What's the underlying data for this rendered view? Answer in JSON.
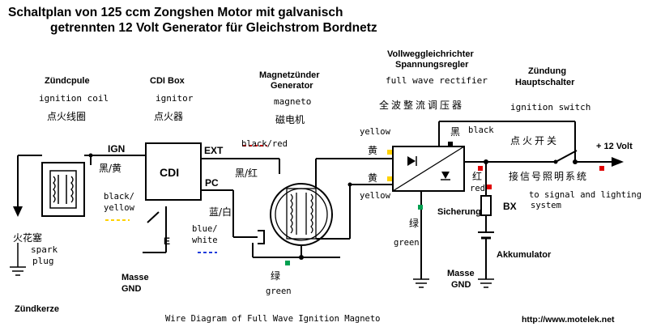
{
  "title_line1": "Schaltplan von 125 ccm Zongshen Motor mit galvanisch",
  "title_line2": "getrennten 12 Volt Generator für Gleichstrom Bordnetz",
  "components": {
    "coil": {
      "de": "Zündcpule",
      "en": "ignition coil",
      "cn": "点火线圈"
    },
    "cdi": {
      "de": "CDI Box",
      "en": "ignitor",
      "cn": "点火器",
      "box_label": "CDI",
      "term_ext": "EXT",
      "term_pc": "PC",
      "term_e": "E",
      "term_ign": "IGN"
    },
    "magneto": {
      "de1": "Magnetzünder",
      "de2": "Generator",
      "en": "magneto",
      "cn": "磁电机"
    },
    "rectifier": {
      "de1": "Vollweggleichrichter",
      "de2": "Spannungsregler",
      "en": "full wave rectifier",
      "cn": "全波整流调压器"
    },
    "switch": {
      "de1": "Zündung",
      "de2": "Hauptschalter",
      "en": "ignition switch",
      "cn": "点火开关"
    },
    "plug": {
      "cn": "火花塞",
      "en1": "spark",
      "en2": "plug",
      "de": "Zündkerze"
    },
    "fuse": {
      "de": "Sicherung",
      "code": "BX"
    },
    "battery": {
      "de": "Akkumulator"
    },
    "ground_left": {
      "de": "Masse",
      "en": "GND"
    },
    "ground_right": {
      "de": "Masse",
      "en": "GND"
    },
    "output": {
      "label": "+ 12 Volt",
      "cn": "接信号照明系统",
      "en1": "to signal and lighting",
      "en2": "system"
    }
  },
  "wires": {
    "black_yellow_cn": "黑/黄",
    "black_yellow_en1": "black/",
    "black_yellow_en2": "yellow",
    "black_red_en": "black/red",
    "black_red_cn": "黑/红",
    "blue_white_cn": "蓝/白",
    "blue_white_en1": "blue/",
    "blue_white_en2": "white",
    "green_cn": "绿",
    "green_en": "green",
    "yellow1_en": "yellow",
    "yellow1_cn": "黄",
    "yellow2_cn": "黄",
    "yellow2_en": "yellow",
    "green2_cn": "绿",
    "green2_en": "green",
    "black_cn": "黑",
    "black_en": "black",
    "red_cn": "红",
    "red_en": "red"
  },
  "colors": {
    "yellow": "#ffd200",
    "green": "#00a050",
    "red": "#e00000",
    "black": "#000000",
    "blue": "#1e3cdc"
  },
  "footer": {
    "caption": "Wire Diagram of Full Wave Ignition Magneto",
    "url": "http://www.motelek.net"
  }
}
